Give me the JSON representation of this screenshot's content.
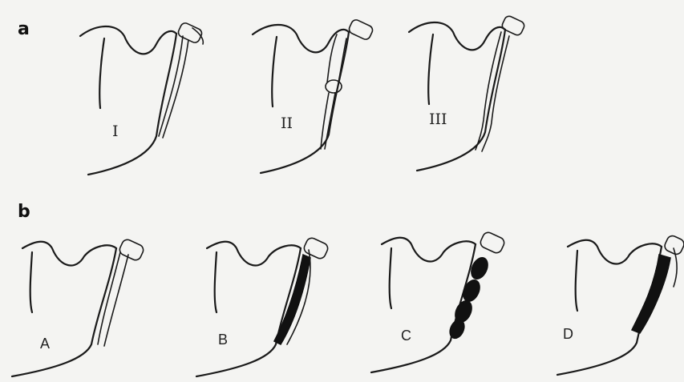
{
  "panels": {
    "a": {
      "label": "a",
      "figures": [
        {
          "id": "I",
          "label": "I"
        },
        {
          "id": "II",
          "label": "II"
        },
        {
          "id": "III",
          "label": "III"
        }
      ]
    },
    "b": {
      "label": "b",
      "figures": [
        {
          "id": "A",
          "label": "A"
        },
        {
          "id": "B",
          "label": "B"
        },
        {
          "id": "C",
          "label": "C"
        },
        {
          "id": "D",
          "label": "D"
        }
      ]
    }
  }
}
